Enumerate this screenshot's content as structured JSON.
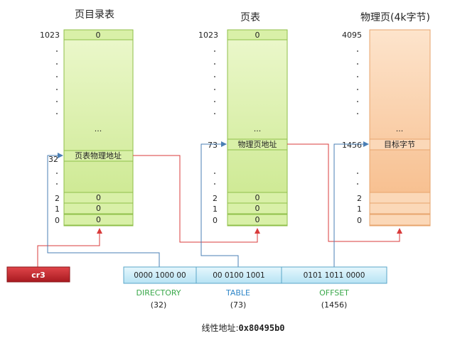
{
  "tables": {
    "directory": {
      "title": "页目录表",
      "top_index": "1023",
      "top_value": "0",
      "entry_index": "32",
      "entry_label": "页表物理地址",
      "bottom": [
        {
          "index": "2",
          "value": "0"
        },
        {
          "index": "1",
          "value": "0"
        },
        {
          "index": "0",
          "value": "0"
        }
      ],
      "ellipsis": "..."
    },
    "page_table": {
      "title": "页表",
      "top_index": "1023",
      "top_value": "0",
      "entry_index": "73",
      "entry_label": "物理页地址",
      "bottom": [
        {
          "index": "2",
          "value": "0"
        },
        {
          "index": "1",
          "value": "0"
        },
        {
          "index": "0",
          "value": "0"
        }
      ],
      "ellipsis": "..."
    },
    "physical_page": {
      "title": "物理页(4k字节)",
      "top_index": "4095",
      "entry_index": "1456",
      "entry_label": "目标字节",
      "bottom_indices": [
        "2",
        "1",
        "0"
      ],
      "ellipsis": "..."
    }
  },
  "cr3": {
    "label": "cr3"
  },
  "linear_address": {
    "segments": [
      {
        "bits": "0000 1000 00",
        "name": "DIRECTORY",
        "value": "(32)"
      },
      {
        "bits": "00 0100 1001",
        "name": "TABLE",
        "value": "(73)"
      },
      {
        "bits": "0101 1011 0000",
        "name": "OFFSET",
        "value": "(1456)"
      }
    ],
    "caption_prefix": "线性地址:",
    "caption_value": "0x80495b0"
  },
  "colors": {
    "green_fill": "#d9f0a8",
    "green_edge": "#8fbf4a",
    "orange_fill": "#f9c9a0",
    "orange_edge": "#e7a46d",
    "blue_line": "#4a7fb5",
    "red_line": "#d83b3b",
    "seg_fill": "#cfeefb",
    "seg_edge": "#5aa6c8",
    "label_green": "#3aa84a",
    "label_blue": "#2f86c8",
    "cr3_fill": "#c8252c"
  }
}
